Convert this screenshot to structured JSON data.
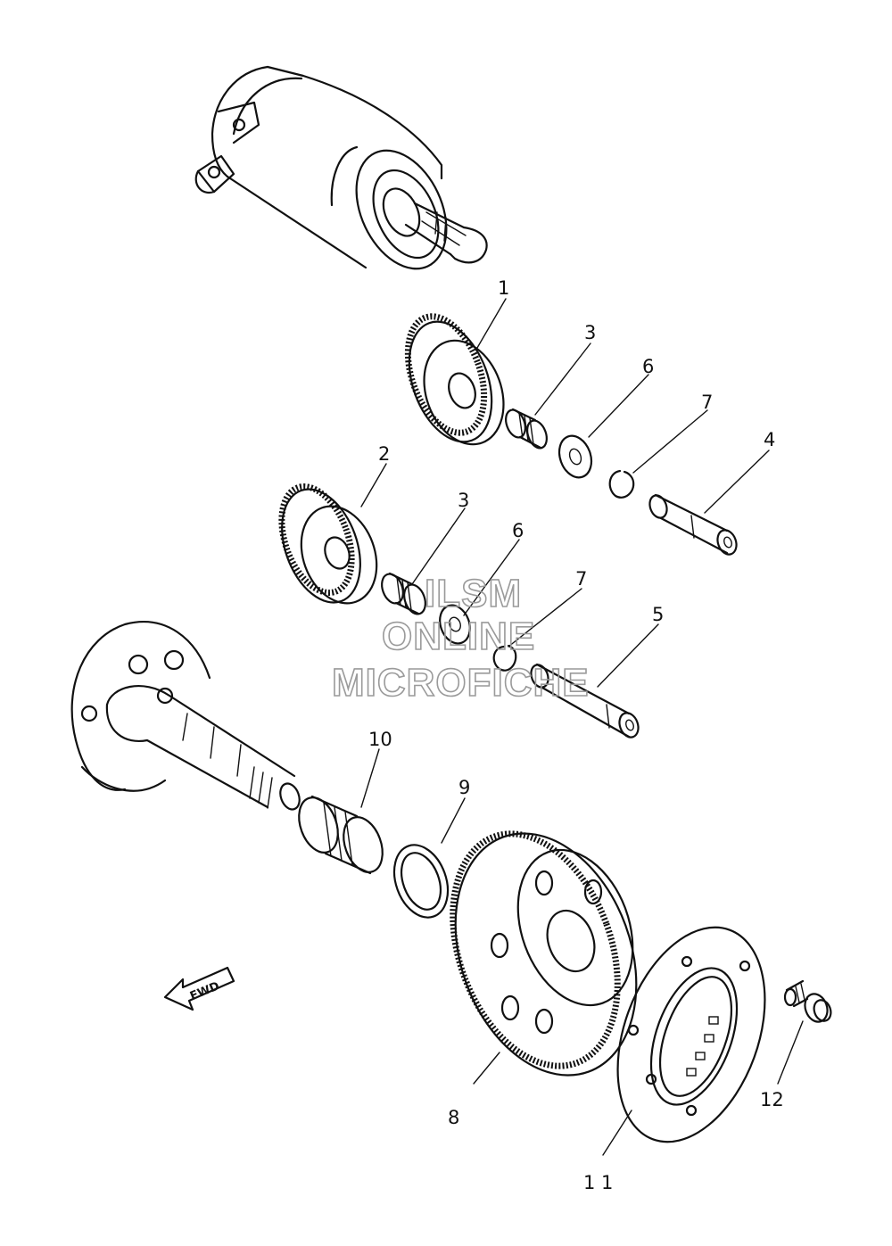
{
  "callouts": [
    {
      "id": "1",
      "text": "1"
    },
    {
      "id": "2",
      "text": "2"
    },
    {
      "id": "3a",
      "text": "3"
    },
    {
      "id": "3b",
      "text": "3"
    },
    {
      "id": "4",
      "text": "4"
    },
    {
      "id": "5",
      "text": "5"
    },
    {
      "id": "6a",
      "text": "6"
    },
    {
      "id": "6b",
      "text": "6"
    },
    {
      "id": "7a",
      "text": "7"
    },
    {
      "id": "7b",
      "text": "7"
    },
    {
      "id": "8",
      "text": "8"
    },
    {
      "id": "9",
      "text": "9"
    },
    {
      "id": "10",
      "text": "10"
    },
    {
      "id": "11",
      "text": "1 1"
    },
    {
      "id": "12",
      "text": "12"
    }
  ],
  "watermark": {
    "line1": "ILSM",
    "line2": "ONLINE",
    "line3": "MICROFICHE"
  },
  "fwd_label": "FWD"
}
